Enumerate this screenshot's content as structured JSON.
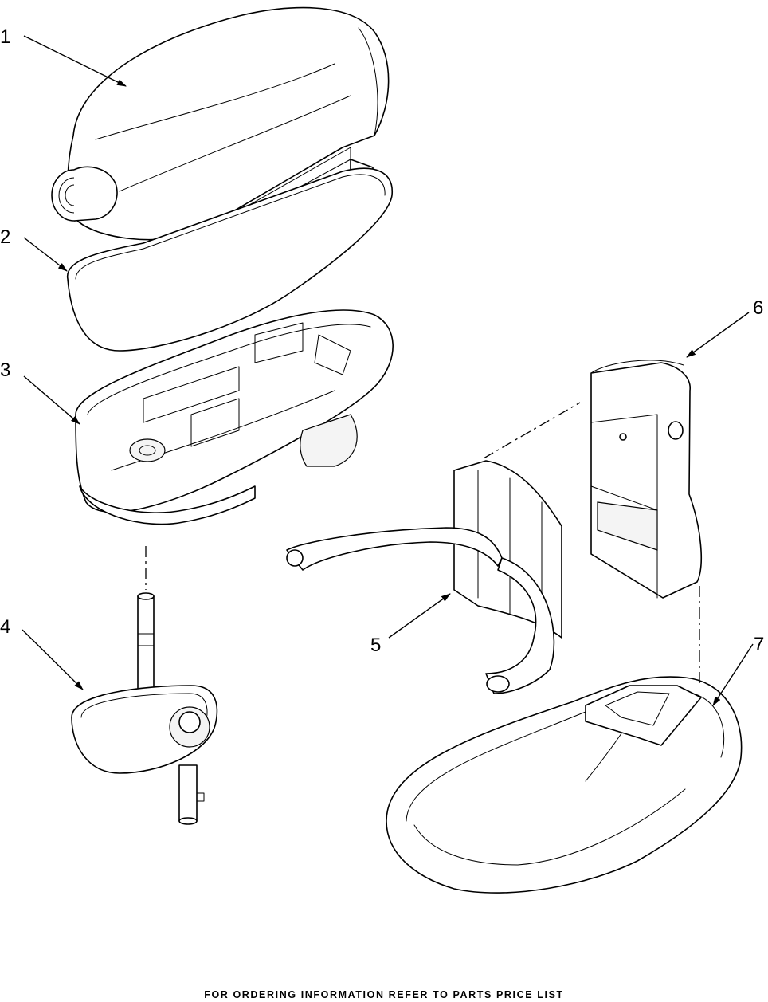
{
  "callouts": [
    {
      "label": "1"
    },
    {
      "label": "2"
    },
    {
      "label": "3"
    },
    {
      "label": "4"
    },
    {
      "label": "5"
    },
    {
      "label": "6"
    },
    {
      "label": "7"
    }
  ],
  "footer": {
    "note": "FOR ORDERING INFORMATION REFER TO PARTS PRICE LIST"
  }
}
